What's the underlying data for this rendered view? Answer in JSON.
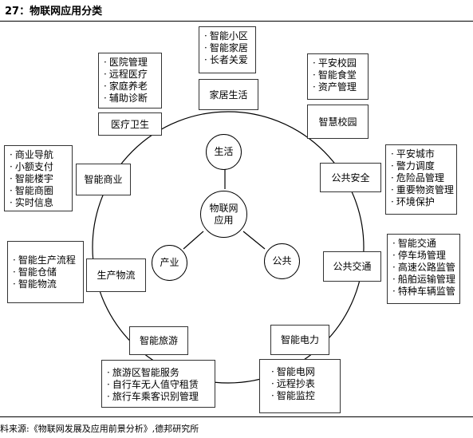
{
  "title": "27：物联网应用分类",
  "center": "物联网\n应用",
  "hubs": {
    "life": "生活",
    "industry": "产业",
    "public": "公共"
  },
  "categories": [
    {
      "id": "home",
      "label": "家居生活",
      "items": [
        "智能小区",
        "智能家居",
        "长者关爱"
      ]
    },
    {
      "id": "medical",
      "label": "医疗卫生",
      "items": [
        "医院管理",
        "远程医疗",
        "家庭养老",
        "辅助诊断"
      ]
    },
    {
      "id": "campus",
      "label": "智慧校园",
      "items": [
        "平安校园",
        "智能食堂",
        "资产管理"
      ]
    },
    {
      "id": "commerce",
      "label": "智能商业",
      "items": [
        "商业导航",
        "小额支付",
        "智能楼宇",
        "智能商圈",
        "实时信息"
      ]
    },
    {
      "id": "safety",
      "label": "公共安全",
      "items": [
        "平安城市",
        "警力调度",
        "危险品管理",
        "重要物资管理",
        "环境保护"
      ]
    },
    {
      "id": "production",
      "label": "生产物流",
      "items": [
        "智能生产流程",
        "智能仓储",
        "智能物流"
      ]
    },
    {
      "id": "traffic",
      "label": "公共交通",
      "items": [
        "智能交通",
        "停车场管理",
        "高速公路监管",
        "船舶运输管理",
        "特种车辆监管"
      ]
    },
    {
      "id": "tourism",
      "label": "智能旅游",
      "items": [
        "旅游区智能服务",
        "自行车无人值守租赁",
        "旅行车乘客识别管理"
      ]
    },
    {
      "id": "power",
      "label": "智能电力",
      "items": [
        "智能电网",
        "远程抄表",
        "智能监控"
      ]
    }
  ],
  "source": "料来源:《物联网发展及应用前景分析》,德邦研究所"
}
